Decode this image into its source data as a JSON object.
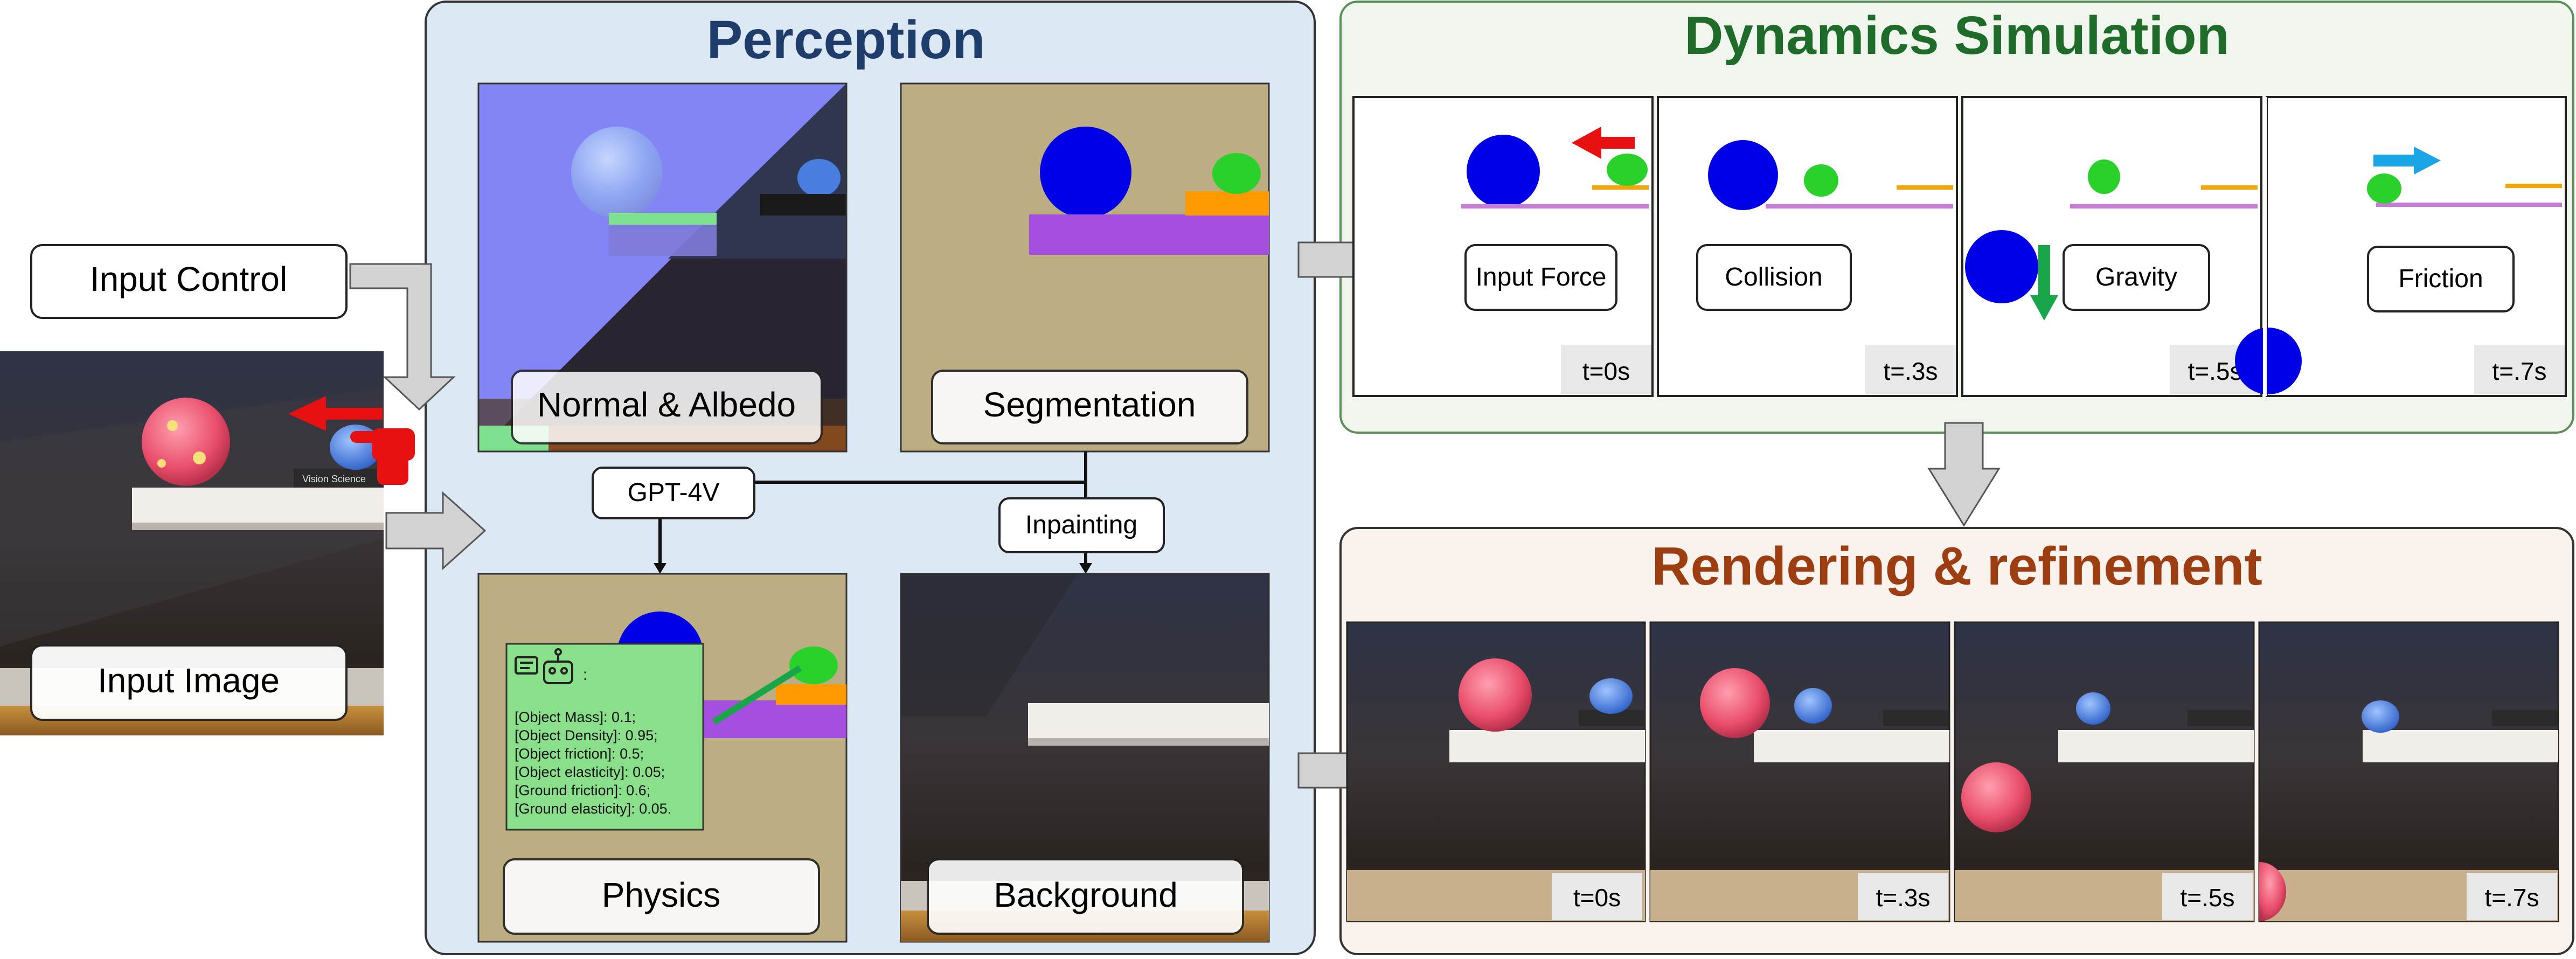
{
  "left": {
    "input_control_label": "Input Control",
    "input_image_label": "Input Image",
    "book_title": "Vision Science"
  },
  "perception": {
    "title": "Perception",
    "normal_albedo_label": "Normal & Albedo",
    "segmentation_label": "Segmentation",
    "gpt_label": "GPT-4V",
    "inpainting_label": "Inpainting",
    "physics_label": "Physics",
    "background_label": "Background",
    "physics_params": [
      "[Object Mass]: 0.1;",
      "[Object Density]: 0.95;",
      "[Object friction]: 0.5;",
      "[Object elasticity]: 0.05;",
      "[Ground friction]: 0.6;",
      "[Ground elasticity]: 0.05."
    ]
  },
  "dynamics": {
    "title": "Dynamics Simulation",
    "panels": [
      {
        "label": "Input Force",
        "time": "t=0s"
      },
      {
        "label": "Collision",
        "time": "t=.3s"
      },
      {
        "label": "Gravity",
        "time": "t=.5s"
      },
      {
        "label": "Friction",
        "time": "t=.7s"
      }
    ]
  },
  "rendering": {
    "title": "Rendering & refinement",
    "frames": [
      {
        "time": "t=0s"
      },
      {
        "time": "t=.3s"
      },
      {
        "time": "t=.5s"
      },
      {
        "time": "t=.7s"
      }
    ]
  },
  "colors": {
    "perception_bg": "#dce8f4",
    "perception_title": "#1f3d6b",
    "dynamics_bg": "#f0f6ee",
    "dynamics_title": "#1f6b2a",
    "rendering_bg": "#faf2ec",
    "rendering_title": "#9c3d12",
    "seg_ball": "#0000e6",
    "seg_shelf": "#a54fe0",
    "seg_orange": "#ff9900",
    "seg_green": "#2ad12a",
    "seg_bg": "#bcad83",
    "arrow_red": "#e81010",
    "arrow_green": "#19a64a",
    "arrow_blue": "#1aa6e6",
    "gray_arrow": "#d2d2d2"
  }
}
